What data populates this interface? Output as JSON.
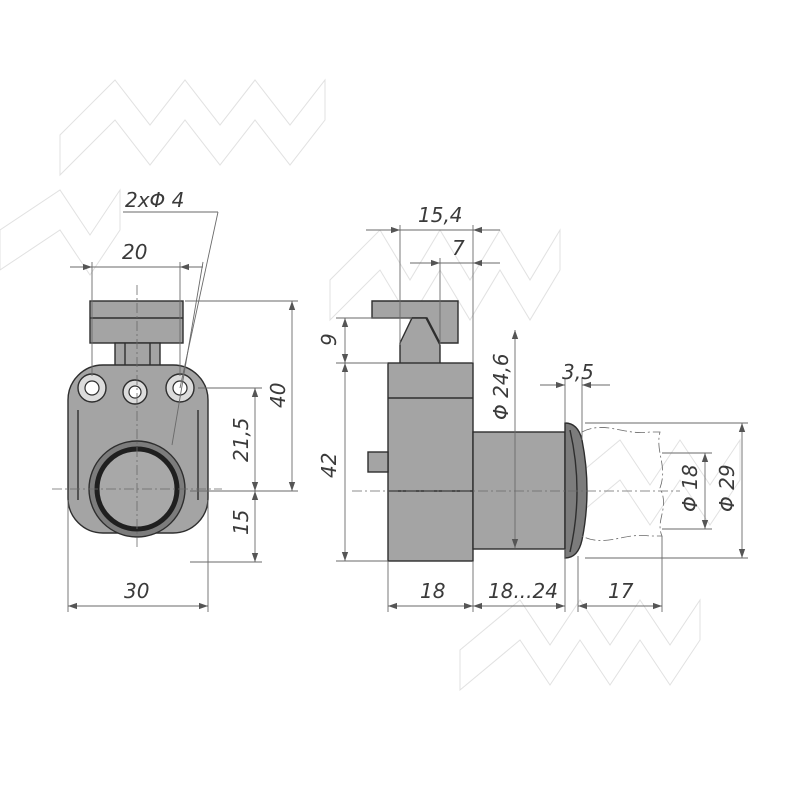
{
  "labels": {
    "holes": "2xΦ 4",
    "width_20": "20",
    "width_30": "30",
    "height_40": "40",
    "height_21_5": "21,5",
    "height_15": "15",
    "top_15_4": "15,4",
    "top_7": "7",
    "left_9": "9",
    "left_42": "42",
    "dia_24_6": "Φ 24,6",
    "thick_3_5": "3,5",
    "dia_18": "Φ 18",
    "dia_29": "Φ 29",
    "bottom_18": "18",
    "bottom_18_24": "18...24",
    "bottom_17": "17"
  }
}
